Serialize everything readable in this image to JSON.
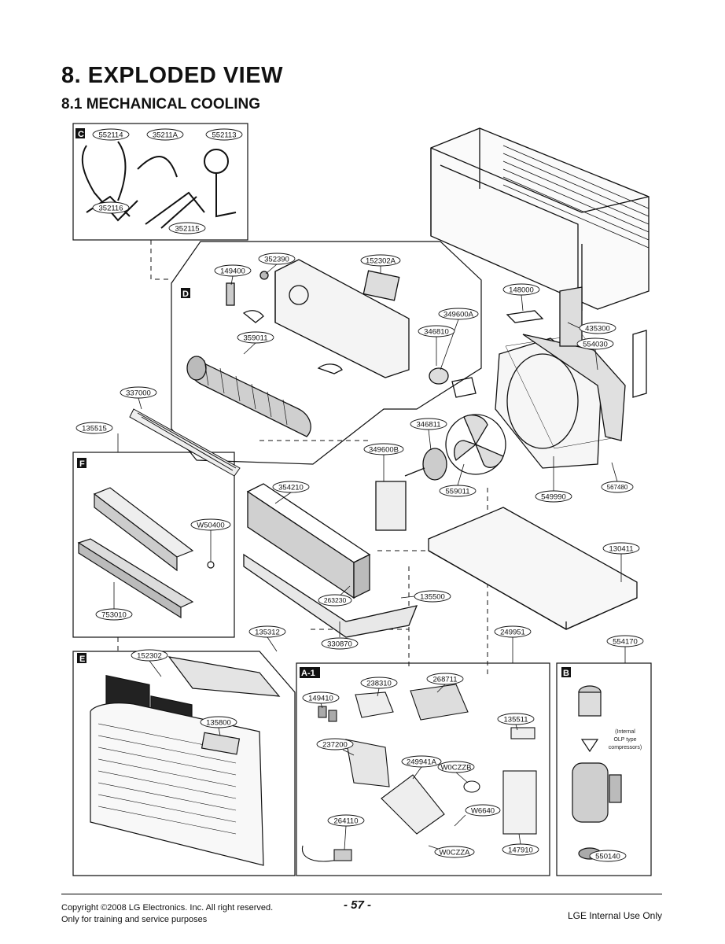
{
  "header": {
    "title": "8. EXPLODED VIEW",
    "subtitle": "8.1 MECHANICAL COOLING"
  },
  "sections": {
    "C": "C",
    "D": "D",
    "F": "F",
    "E": "E",
    "A1": "A-1",
    "B": "B"
  },
  "parts": {
    "p552114": "552114",
    "p35211A": "35211A",
    "p552113": "552113",
    "p352116": "352116",
    "p352115": "352115",
    "p149400": "149400",
    "p352390": "352390",
    "p152302A": "152302A",
    "p148000": "148000",
    "p349600A": "349600A",
    "p346810": "346810",
    "p359011": "359011",
    "p435300": "435300",
    "p554030": "554030",
    "p337000": "337000",
    "p135515": "135515",
    "p346811": "346811",
    "p349600B": "349600B",
    "p559011": "559011",
    "p549990": "549990",
    "p567480": "567480",
    "pW50400": "W50400",
    "p354210": "354210",
    "p130411": "130411",
    "p753010": "753010",
    "p263230": "263230",
    "p135500": "135500",
    "p135312": "135312",
    "p330870": "330870",
    "p249951": "249951",
    "p554170": "554170",
    "p152302": "152302",
    "p238310": "238310",
    "p268711": "268711",
    "p149410": "149410",
    "p135800": "135800",
    "p135511": "135511",
    "p237200": "237200",
    "p249941A": "249941A",
    "pW0CZZB": "W0CZZB",
    "p264110": "264110",
    "pW6640": "W6640",
    "pW0CZZA": "W0CZZA",
    "p147910": "147910",
    "p550140": "550140"
  },
  "notes": {
    "olp_line1": "(Internal",
    "olp_line2": "OLP type",
    "olp_line3": "compressors)"
  },
  "footer": {
    "copyright": "Copyright ©2008 LG Electronics. Inc. All right reserved.",
    "purpose": "Only for training and service purposes",
    "page_number": "- 57 -",
    "internal_use": "LGE Internal Use Only"
  }
}
